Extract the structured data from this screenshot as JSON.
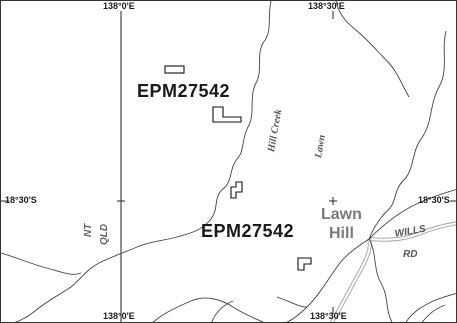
{
  "map": {
    "coordinates": {
      "top_left_lon": "138°0'E",
      "top_right_lon": "138°30'E",
      "bottom_left_lon": "138°0'E",
      "bottom_right_lon": "138°30'E",
      "left_lat": "18°30'S",
      "right_lat": "18°30'S"
    },
    "tenements": {
      "label_north": "EPM27542",
      "label_south": "EPM27542"
    },
    "town": {
      "line1": "Lawn",
      "line2": "Hill"
    },
    "creek": {
      "hill_creek": "Hill Creek",
      "lawn": "Lawn"
    },
    "road": {
      "line1": "WILLS",
      "line2": "RD"
    },
    "state_border": {
      "west": "NT",
      "east": "QLD"
    },
    "colors": {
      "river": "#444444",
      "road": "#a8a8a8",
      "border": "#333333",
      "town_text": "#7a7a7a"
    }
  }
}
